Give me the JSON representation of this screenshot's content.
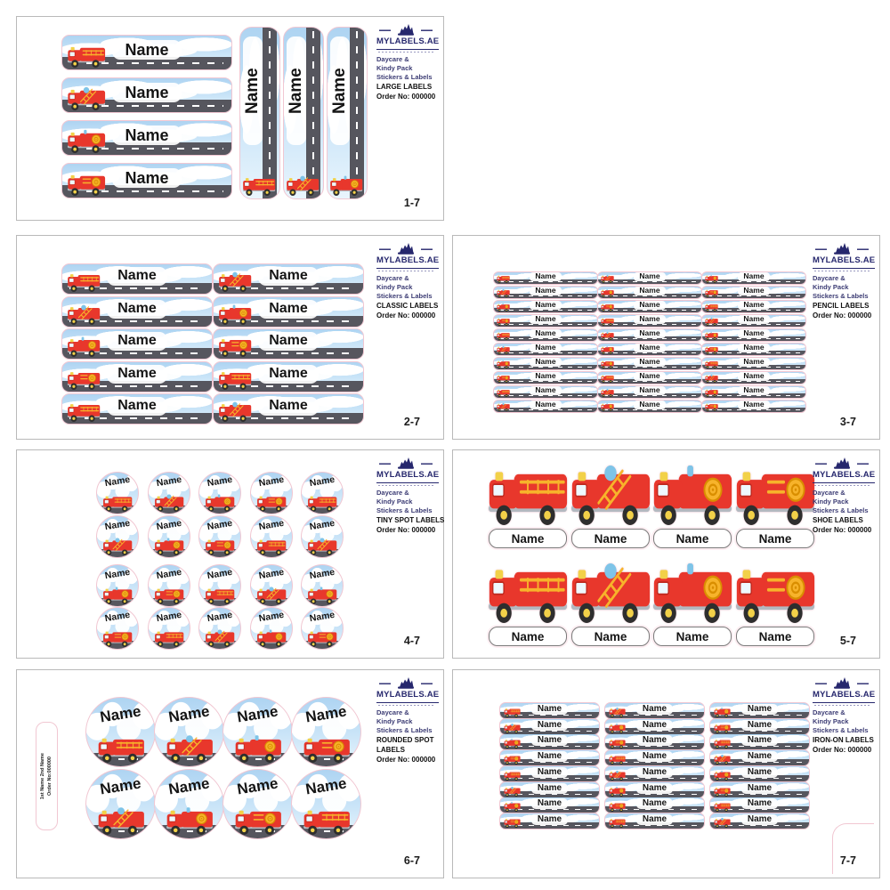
{
  "brand": {
    "logo_text": "MYLABELS.AE",
    "tagline_line1": "Daycare &",
    "tagline_line2": "Kindy Pack",
    "tagline_line3": "Stickers & Labels",
    "order_no": "Order No: 000000"
  },
  "label_text": "Name",
  "side_label": {
    "line1": "1st Name 2nd Name",
    "line2": "Order No:000000"
  },
  "panels": [
    {
      "id": "large",
      "type_label": "LARGE LABELS",
      "page": "1-7",
      "horizontal_count": 4,
      "vertical_count": 3
    },
    {
      "id": "classic",
      "type_label": "CLASSIC LABELS",
      "page": "2-7",
      "rows": 5,
      "cols": 2
    },
    {
      "id": "pencil",
      "type_label": "PENCIL LABELS",
      "page": "3-7",
      "rows": 10,
      "cols": 3
    },
    {
      "id": "tiny-spot",
      "type_label": "TINY SPOT LABELS",
      "page": "4-7",
      "rows": 4,
      "cols": 5
    },
    {
      "id": "shoe",
      "type_label": "SHOE LABELS",
      "page": "5-7",
      "rows": 2,
      "cols": 4
    },
    {
      "id": "rounded-spot",
      "type_label": "ROUNDED SPOT LABELS",
      "page": "6-7",
      "rows": 2,
      "cols": 4
    },
    {
      "id": "iron-on",
      "type_label": "IRON-ON LABELS",
      "page": "7-7",
      "rows": 8,
      "cols": 3
    }
  ],
  "colors": {
    "truck_red": "#e8372c",
    "accent_yellow": "#f7b32b",
    "accent_blue": "#7ec4e8",
    "sky_blue": "#aed4f2",
    "road_gray": "#56565e",
    "cut_line_pink": "#f1c7d2",
    "logo_navy": "#26276d"
  }
}
